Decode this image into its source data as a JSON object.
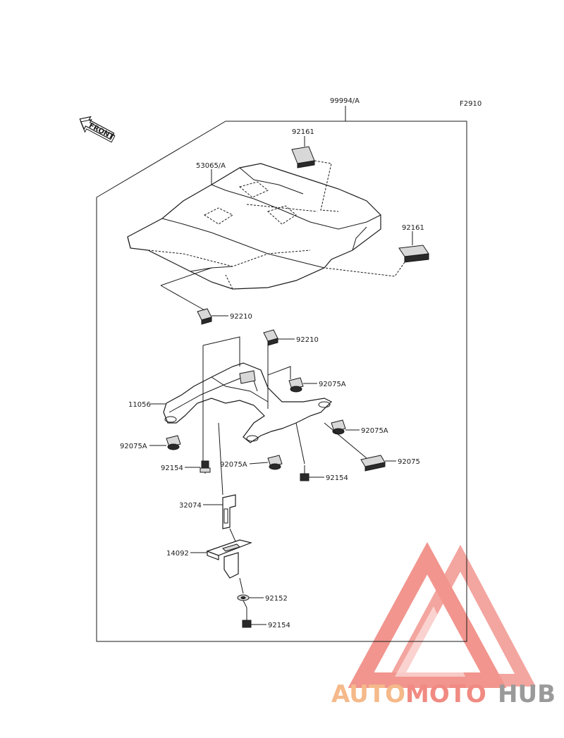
{
  "diagram_id": "F2910",
  "assembly_code": "99994/A",
  "front_marker": "FRONT",
  "parts": {
    "seat_cover": "53065/A",
    "cushion_upper": "92161",
    "cushion_right": "92161",
    "nut_left": "92210",
    "nut_right": "92210",
    "bracket": "11056",
    "grommet_tr": "92075A",
    "grommet_right": "92075A",
    "grommet_left": "92075A",
    "grommet_mid": "92075A",
    "pad": "92075",
    "bolt_left": "92154",
    "bolt_mid": "92154",
    "bracket_small": "32074",
    "plate": "14092",
    "washer": "92152",
    "bolt_bottom": "92154"
  },
  "watermark": {
    "part1": "AUTO",
    "part2": "MOTO",
    "part3": "HUB",
    "colors": {
      "red": "#f08a82",
      "orange": "#f5b98a",
      "gray": "#9a9a9a"
    }
  }
}
